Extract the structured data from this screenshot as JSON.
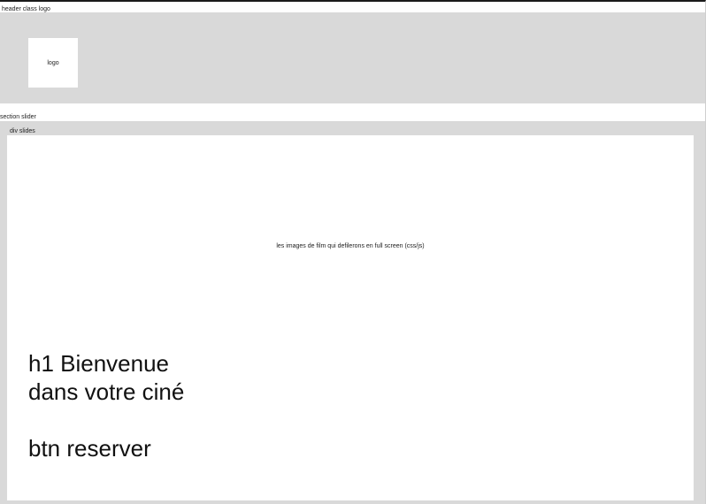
{
  "header": {
    "label": "header class logo",
    "logo_text": "logo"
  },
  "slider": {
    "section_label": "section slider",
    "slides_label": "div slides",
    "caption": "les images de film qui defilerons  en full screen (css/js)",
    "title_line1": "h1 Bienvenue",
    "title_line2": "dans votre ciné",
    "button_label": "btn reserver"
  },
  "colors": {
    "block_gray": "#d9d9d9",
    "white": "#ffffff",
    "text": "#111111"
  }
}
